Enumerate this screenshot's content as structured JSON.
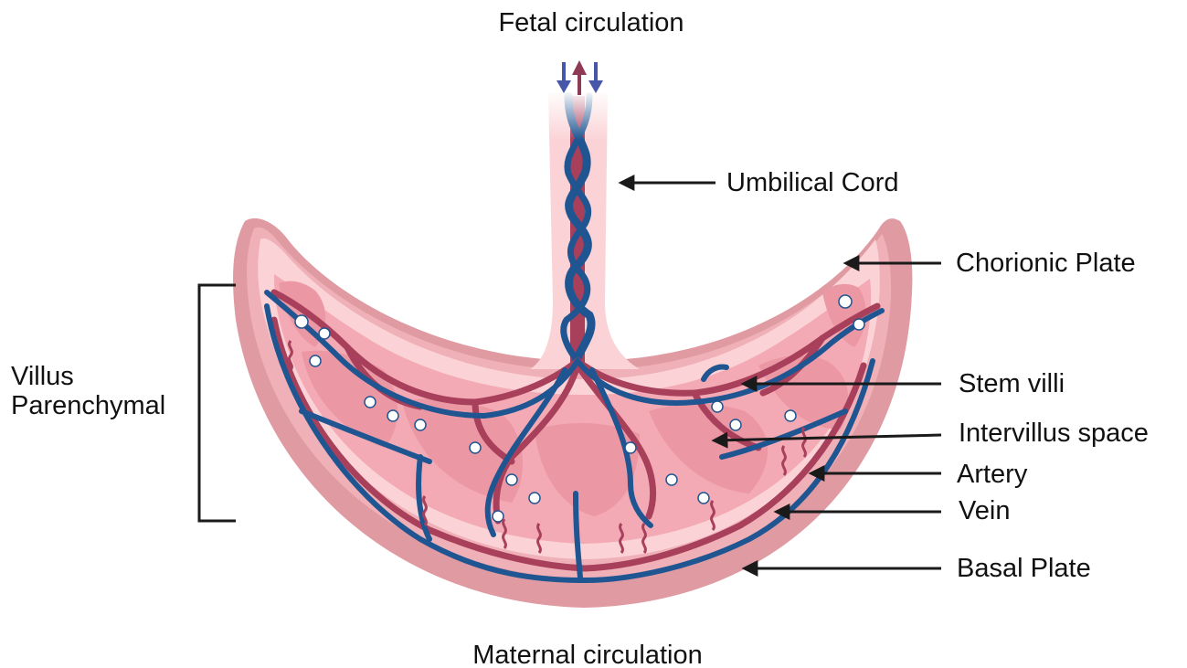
{
  "title": "Fetal circulation",
  "bottom_title": "Maternal circulation",
  "labels": {
    "umbilical_cord": "Umbilical Cord",
    "chorionic_plate": "Chorionic Plate",
    "stem_villi": "Stem villi",
    "intervillus_space": "Intervillus space",
    "artery": "Artery",
    "vein": "Vein",
    "basal_plate": "Basal Plate",
    "villus_line1": "Villus",
    "villus_line2": "Parenchymal"
  },
  "colors": {
    "artery": "#a8405c",
    "vein": "#1f5591",
    "basal_plate": "#e09aa2",
    "chorionic_plate": "#fbd3d6",
    "villus_tissue": "#f0a7b1",
    "intervillus": "#f6bfc6",
    "arrow_blue": "#4656a8",
    "arrow_red": "#8e3a54"
  }
}
